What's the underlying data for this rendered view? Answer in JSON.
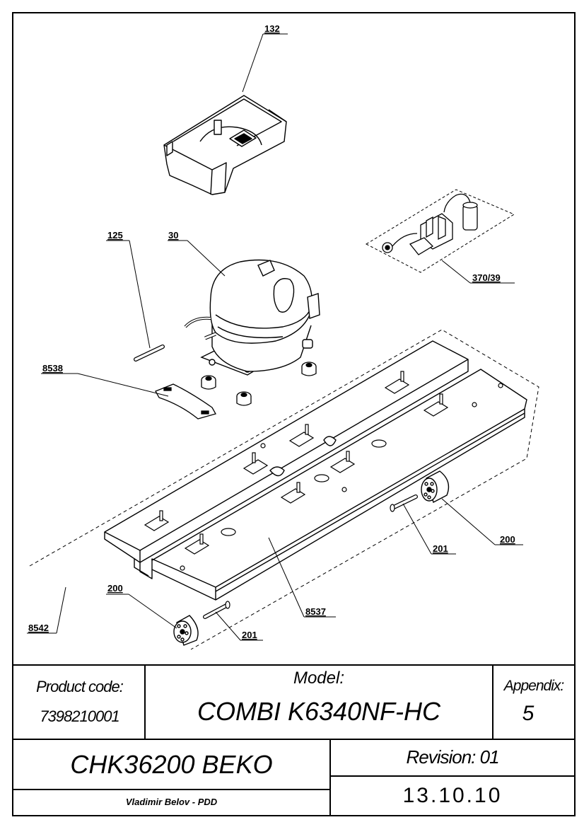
{
  "drawing": {
    "callouts": {
      "c132": "132",
      "c125": "125",
      "c30": "30",
      "c370_39": "370/39",
      "c8538": "8538",
      "c8542": "8542",
      "c8537": "8537",
      "c200_right": "200",
      "c201_right": "201",
      "c200_left": "200",
      "c201_left": "201"
    }
  },
  "title_block": {
    "product_code_label": "Product code:",
    "product_code_value": "7398210001",
    "model_label": "Model:",
    "model_value": "COMBI K6340NF-HC",
    "appendix_label": "Appendix:",
    "appendix_value": "5",
    "chassis": "CHK36200 BEKO",
    "revision": "Revision: 01",
    "author": "Vladimir Belov - PDD",
    "date": "13.10.10"
  }
}
